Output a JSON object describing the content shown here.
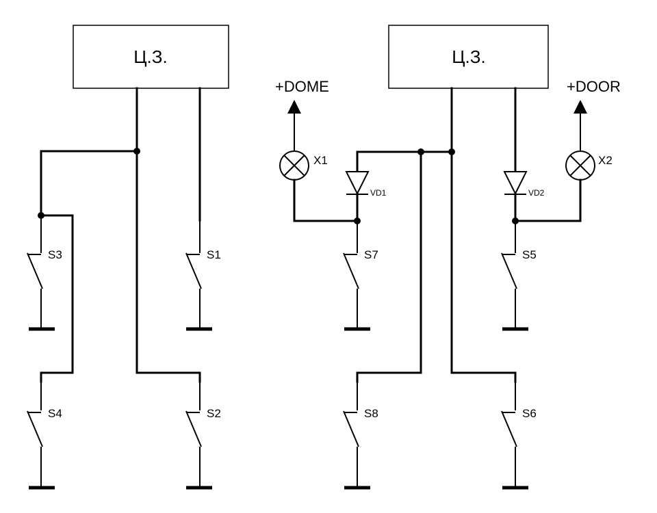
{
  "blocks": {
    "left": "Ц.З.",
    "right": "Ц.З."
  },
  "supplies": {
    "dome": "+DOME",
    "door": "+DOOR"
  },
  "lamps": {
    "x1": "X1",
    "x2": "X2"
  },
  "diodes": {
    "vd1": "VD1",
    "vd2": "VD2"
  },
  "switches": {
    "s1": "S1",
    "s2": "S2",
    "s3": "S3",
    "s4": "S4",
    "s5": "S5",
    "s6": "S6",
    "s7": "S7",
    "s8": "S8"
  }
}
